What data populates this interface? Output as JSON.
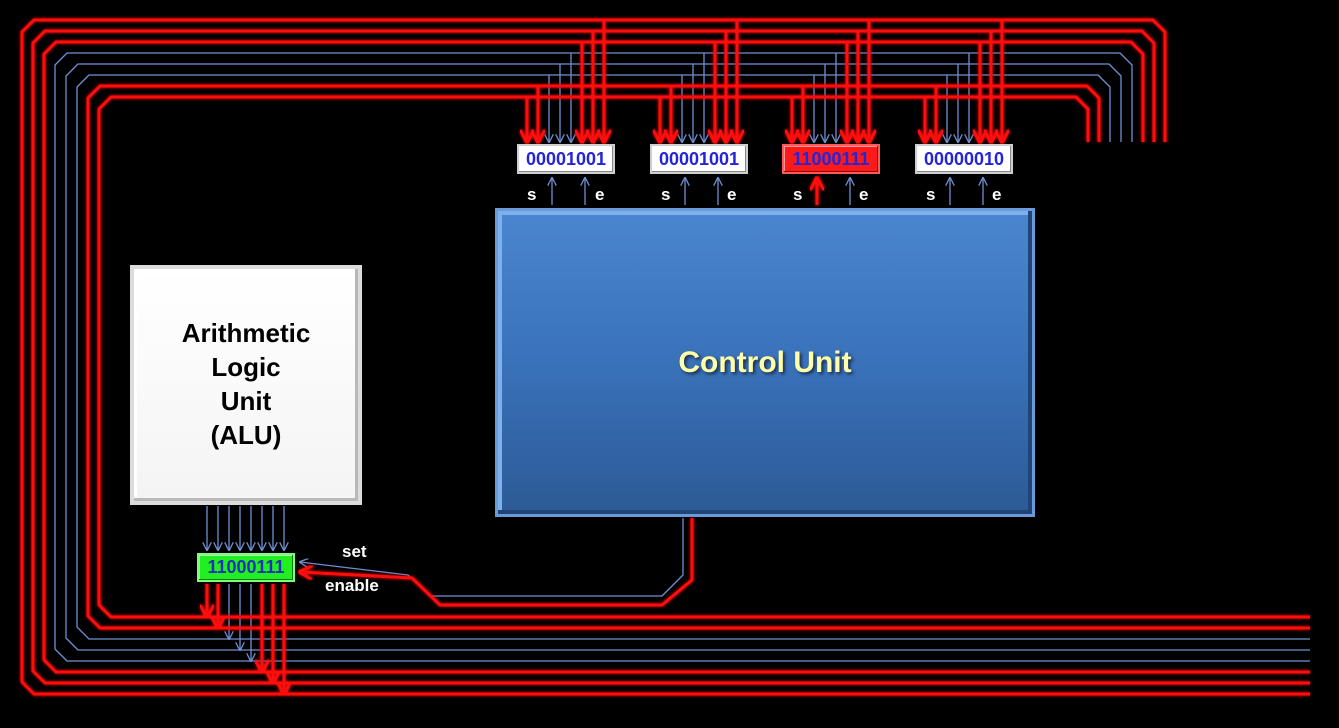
{
  "registers": [
    {
      "value": "00001001",
      "set_label": "s",
      "enable_label": "e",
      "active": false
    },
    {
      "value": "00001001",
      "set_label": "s",
      "enable_label": "e",
      "active": false
    },
    {
      "value": "11000111",
      "set_label": "s",
      "enable_label": "e",
      "active": true
    },
    {
      "value": "00000010",
      "set_label": "s",
      "enable_label": "e",
      "active": false
    }
  ],
  "alu": {
    "lines": [
      "Arithmetic",
      "Logic",
      "Unit",
      "(ALU)"
    ]
  },
  "control_unit": {
    "label": "Control Unit"
  },
  "accumulator": {
    "value": "11000111",
    "set_label": "set",
    "enable_label": "enable"
  },
  "colors": {
    "bus_active": "#ff1010",
    "bus_inactive": "#6f8fd0",
    "register_active": "#ff1a1a",
    "accumulator": "#22ee22",
    "control_unit": "#3b74bd",
    "register_text": "#2424d8"
  }
}
